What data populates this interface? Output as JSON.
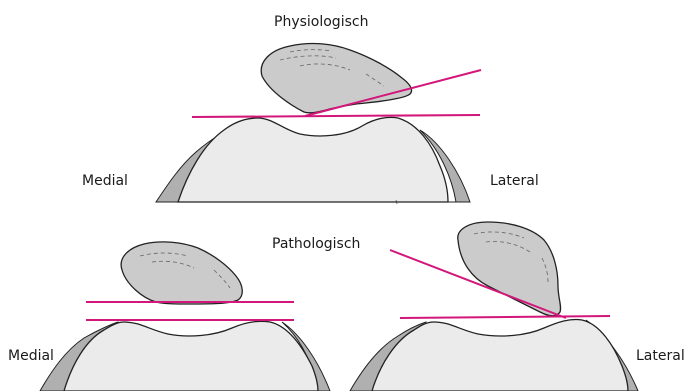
{
  "labels": {
    "top_title": "Physiologisch",
    "bottom_title": "Pathologisch",
    "top_left": "Medial",
    "top_right": "Lateral",
    "bottom_left": "Medial",
    "bottom_right": "Lateral"
  },
  "colors": {
    "line_accent": "#d3177a",
    "bone_fill": "#ebebeb",
    "shadow_fill": "#b0b0b0",
    "patella_fill": "#cbcbcb",
    "stroke": "#222222"
  }
}
